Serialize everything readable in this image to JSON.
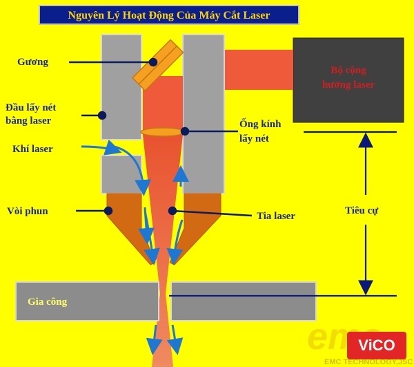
{
  "title": "Nguyên Lý Hoạt Động Của Máy Cắt Laser",
  "labels": {
    "mirror": "Gương",
    "focus_head_line1": "Đầu lấy nét",
    "focus_head_line2": "bằng laser",
    "laser_gas": "Khí laser",
    "nozzle": "Vòi phun",
    "workpiece": "Gia công",
    "resonator_line1": "Bộ cộng",
    "resonator_line2": "hưởng laser",
    "focus_lens_line1": "Ống kính",
    "focus_lens_line2": "lấy nét",
    "laser_beam": "Tia laser",
    "focal_length": "Tiêu cự"
  },
  "watermark": {
    "emc": "emc",
    "company": "EMC TECHNOLOGY,JSC"
  },
  "logo": "ViCO",
  "colors": {
    "background": "#ffff00",
    "title_bg": "#0a1e8c",
    "title_text": "#ffd200",
    "label_text": "#1a2a8c",
    "resonator_text": "#d21e1e",
    "head_gray": "#a0a0a0",
    "resonator_box": "#404040",
    "beam": "#ee5a3a",
    "mirror": "#f5a020",
    "nozzle": "#d26a14",
    "leader_line": "#0a1a5a",
    "gas_arrow": "#1e78d2",
    "logo_bg": "#e22525"
  }
}
